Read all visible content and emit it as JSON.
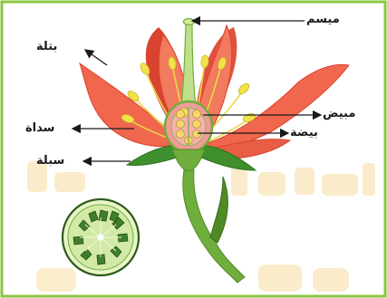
{
  "diagram": {
    "labels": {
      "stigma": "ميسم",
      "petal": "بتلة",
      "ovary": "مبيض",
      "ovule": "بيضة",
      "stamen": "سداة",
      "sepal": "سبلة"
    },
    "colors": {
      "frame": "#8cc63f",
      "background": "#ffffff",
      "petal": "#f0674e",
      "petal_dark": "#d9432f",
      "stem": "#6fae3c",
      "stem_dark": "#4f8a26",
      "sepal": "#3f8f2e",
      "stamen": "#f3e14a",
      "ovary": "#f29a9a",
      "ovule": "#f6d66a",
      "arrow": "#1a1a1a",
      "watermark": "#f6dea0"
    }
  }
}
